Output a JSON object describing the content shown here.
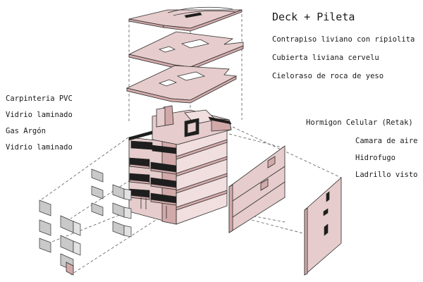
{
  "title": "Deck + Pileta",
  "roof_layers": [
    "Contrapiso liviano con ripiolita",
    "Cubierta liviana cervelu",
    "Cieloraso de roca de yeso"
  ],
  "window_layers": [
    "Carpinteria PVC",
    "Vidrio laminado",
    "Gas Argón",
    "Vidrio laminado"
  ],
  "wall_layers": [
    "Hormigon Celular (Retak)",
    "Camara de aire",
    "Hidrofugo",
    "Ladrillo visto"
  ],
  "colors": {
    "surface": "#e6cccc",
    "surface_dark": "#d2a9a9",
    "glass": "#c9c9c9",
    "frame": "#1e1e1e"
  }
}
